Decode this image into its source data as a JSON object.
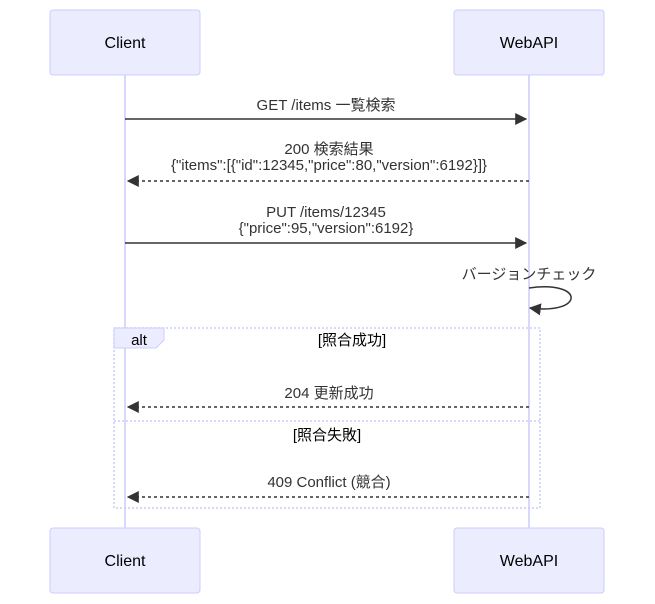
{
  "actors": {
    "client": "Client",
    "webapi": "WebAPI"
  },
  "messages": [
    {
      "lines": [
        "GET /items 一覧検索"
      ]
    },
    {
      "lines": [
        "200 検索結果",
        "{\"items\":[{\"id\":12345,\"price\":80,\"version\":6192}]}"
      ]
    },
    {
      "lines": [
        "PUT /items/12345",
        "{\"price\":95,\"version\":6192}"
      ]
    },
    {
      "lines": [
        "バージョンチェック"
      ]
    },
    {
      "lines": [
        "204 更新成功"
      ]
    },
    {
      "lines": [
        "409 Conflict (競合)"
      ]
    }
  ],
  "alt": {
    "label": "alt",
    "condition1": "[照合成功]",
    "condition2": "[照合失敗]"
  },
  "colors": {
    "actor_fill": "#ECECFF",
    "actor_stroke": "#CCCCFF",
    "line": "#333333"
  }
}
